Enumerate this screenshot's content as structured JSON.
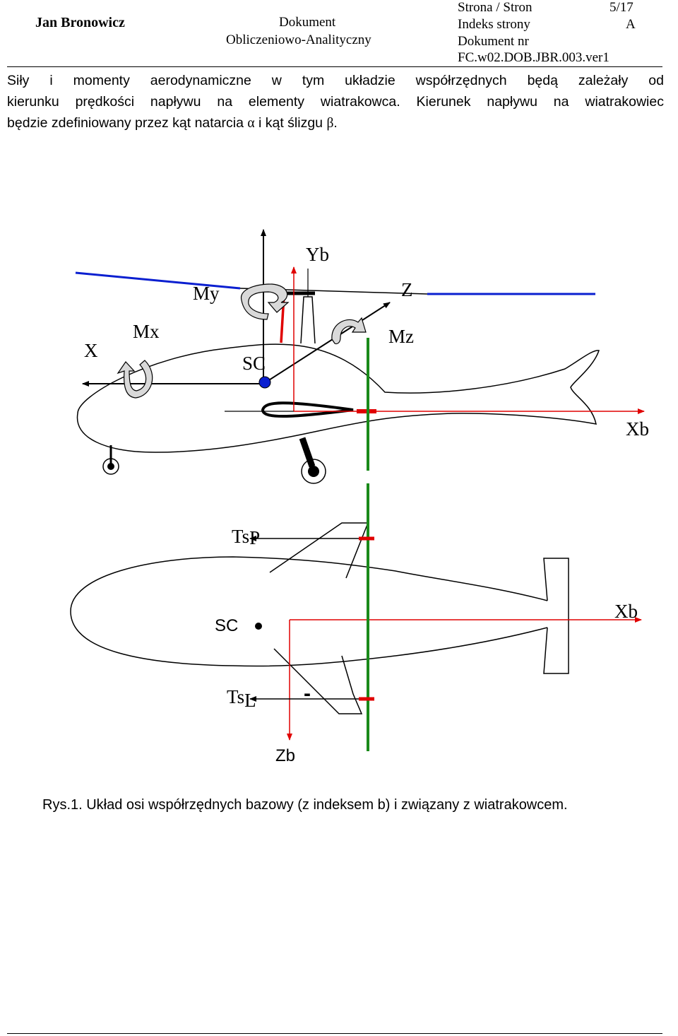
{
  "header": {
    "author": "Jan Bronowicz",
    "doc_type_line1": "Dokument",
    "doc_type_line2": "Obliczeniowo-Analityczny",
    "page_label": "Strona / Stron",
    "page_value": "5/17",
    "index_label": "Indeks strony",
    "index_value": "A",
    "docnum_label": "Dokument nr",
    "docnum_value": "FC.w02.DOB.JBR.003.ver1"
  },
  "body": {
    "line1": "Siły i momenty aerodynamiczne w tym układzie współrzędnych będą zależały od",
    "line2": "kierunku prędkości napływu na elementy wiatrakowca.  Kierunek napływu na wiatrakowiec",
    "line3_a": "będzie zdefiniowany przez kąt natarcia ",
    "alpha": "α",
    "line3_b": " i kąt ślizgu ",
    "beta": "β",
    "line3_c": "."
  },
  "figure": {
    "side_view_labels": {
      "yb": "Yb",
      "my": "My",
      "z": "Z",
      "x": "X",
      "mx": "Mx",
      "mz": "Mz",
      "sc": "SC",
      "xb": "Xb"
    },
    "top_view_labels": {
      "tsp_main": "Ts",
      "tsp_sub": "P",
      "sc": "SC",
      "xb": "Xb",
      "tsl_main": "Ts",
      "tsl_sub": "L",
      "minus": "-",
      "zb": "Zb"
    },
    "colors": {
      "axis_red": "#e00000",
      "rotor_blue": "#0a1fd0",
      "mast_green": "#1a8a1a",
      "outline": "#000000",
      "moment_arrow_fill": "#d9d9d9"
    }
  },
  "caption": "Rys.1. Układ osi współrzędnych bazowy (z indeksem b) i związany z wiatrakowcem."
}
